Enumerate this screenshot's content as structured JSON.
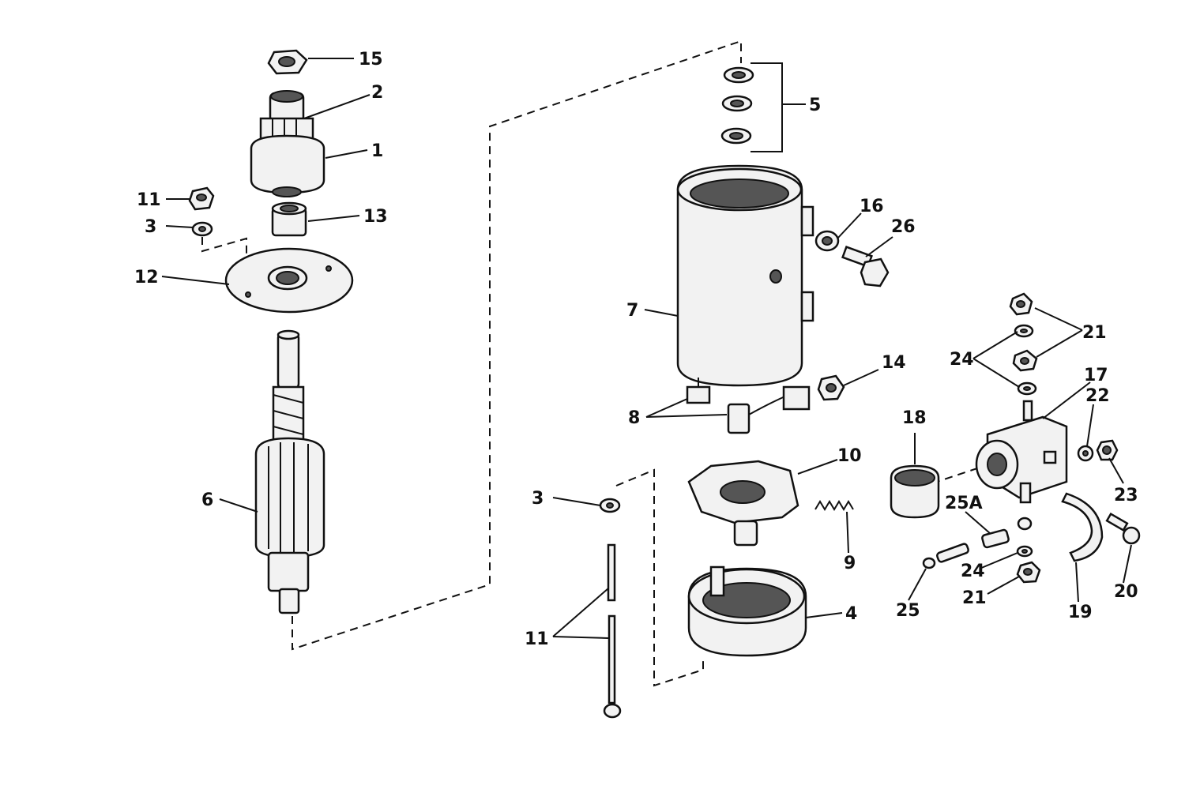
{
  "diagram": {
    "callouts": [
      "15",
      "2",
      "1",
      "11",
      "3",
      "13",
      "12",
      "6",
      "5",
      "16",
      "26",
      "7",
      "14",
      "8",
      "10",
      "9",
      "3",
      "11",
      "4",
      "18",
      "25A",
      "24",
      "25",
      "21",
      "24",
      "21",
      "17",
      "22",
      "23",
      "20",
      "19"
    ]
  }
}
